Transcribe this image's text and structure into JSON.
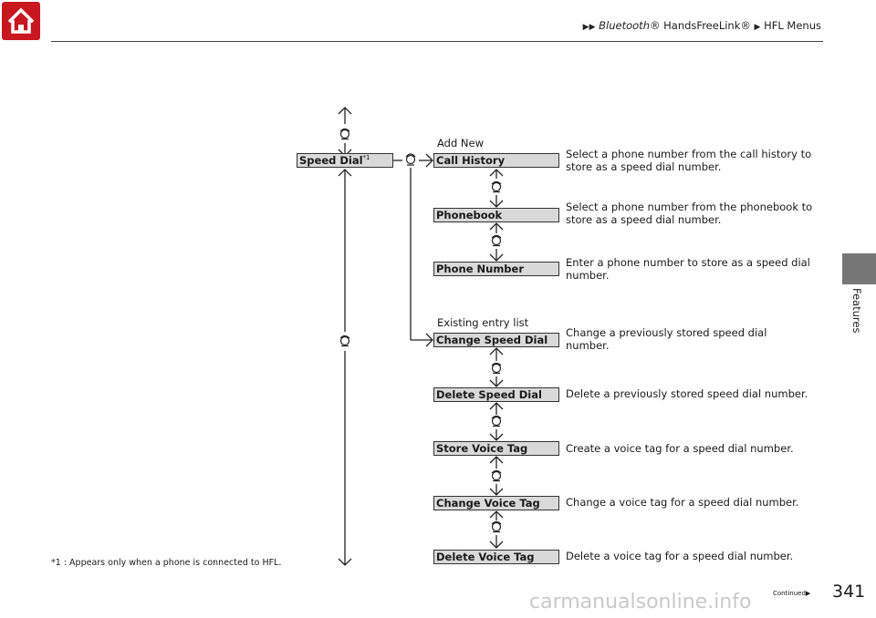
{
  "header": {
    "home_icon": "home-icon",
    "breadcrumb": [
      {
        "text": "Bluetooth",
        "italic": true
      },
      {
        "text": "® HandsFreeLink®",
        "italic": false
      },
      {
        "text": "HFL Menus",
        "italic": false
      }
    ]
  },
  "side_tab": {
    "label": "Features"
  },
  "menu": {
    "speed_dial": "Speed Dial",
    "speed_dial_note": "*1",
    "add_new": "Add New",
    "existing": "Existing entry list",
    "items": [
      {
        "label": "Call History",
        "desc": "Select a phone number from the call history to store as a speed dial number."
      },
      {
        "label": "Phonebook",
        "desc": "Select a phone number from the phonebook to store as a speed dial number."
      },
      {
        "label": "Phone Number",
        "desc": "Enter a phone number to store as a speed dial number."
      },
      {
        "label": "Change Speed Dial",
        "desc": "Change a previously stored speed dial number."
      },
      {
        "label": "Delete Speed Dial",
        "desc": "Delete a previously stored speed dial number."
      },
      {
        "label": "Store Voice Tag",
        "desc": "Create a voice tag for a speed dial number."
      },
      {
        "label": "Change Voice Tag",
        "desc": "Change a voice tag for a speed dial number."
      },
      {
        "label": "Delete Voice Tag",
        "desc": "Delete a voice tag for a speed dial number."
      }
    ]
  },
  "footnote": "*1 : Appears only when a phone is connected to HFL.",
  "continued": "Continued",
  "page_number": "341",
  "watermark": "carmanualsonline.info"
}
